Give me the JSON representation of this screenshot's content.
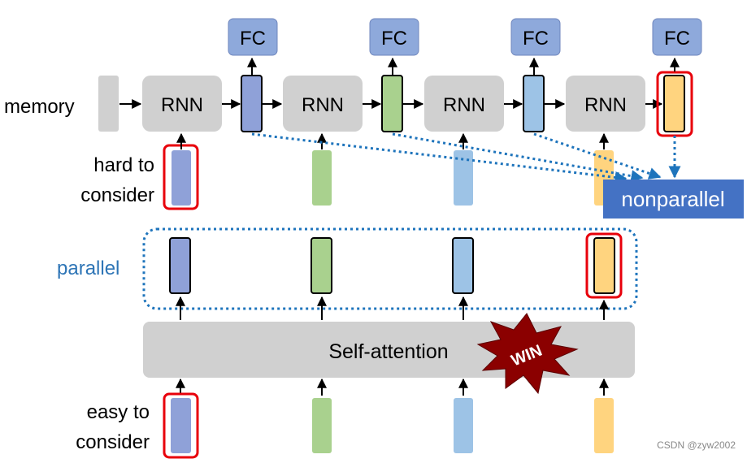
{
  "labels": {
    "memory": "memory",
    "rnn": "RNN",
    "fc": "FC",
    "hard_line1": "hard to",
    "hard_line2": "consider",
    "easy_line1": "easy to",
    "easy_line2": "consider",
    "parallel": "parallel",
    "nonparallel": "nonparallel",
    "self_attention": "Self-attention",
    "win_badge": "WIN",
    "watermark": "CSDN @zyw2002"
  },
  "colors": {
    "blue_dark": "#8fa1d8",
    "green": "#a9d18e",
    "blue_light": "#9dc3e6",
    "yellow": "#ffd47f",
    "rnn_box": "#d0d0d0",
    "fc_box": "#8ea9db",
    "highlight_red": "#e8000b",
    "dotted_blue": "#1e74bc",
    "parallel_text": "#2e75b6",
    "nonparallel_bg": "#4472c4",
    "win_star": "#8b0000"
  }
}
